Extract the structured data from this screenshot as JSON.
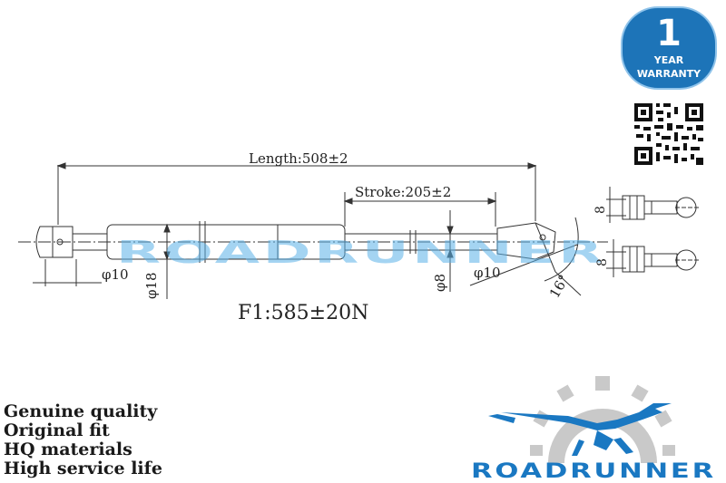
{
  "drawing": {
    "length_label": "Length:508±2",
    "stroke_label": "Stroke:205±2",
    "force_label": "F1:585±20N",
    "dia_cylinder_label": "φ10",
    "dia_body_label": "φ18",
    "dia_rod_label": "φ8",
    "dia_end_label": "φ10",
    "angle_label": "16°",
    "fitting_top_label": "8",
    "fitting_bottom_label": "8",
    "watermark_text": "ROADRUNNER"
  },
  "warranty": {
    "number": "1",
    "line1": "YEAR",
    "line2": "WARRANTY",
    "color": "#1d74b8"
  },
  "features": [
    "Genuine quality",
    "Original fit",
    "HQ materials",
    "High service life"
  ],
  "brand": {
    "name": "ROADRUNNER",
    "color": "#1a78c2",
    "gear_color": "#c9c9c9"
  }
}
